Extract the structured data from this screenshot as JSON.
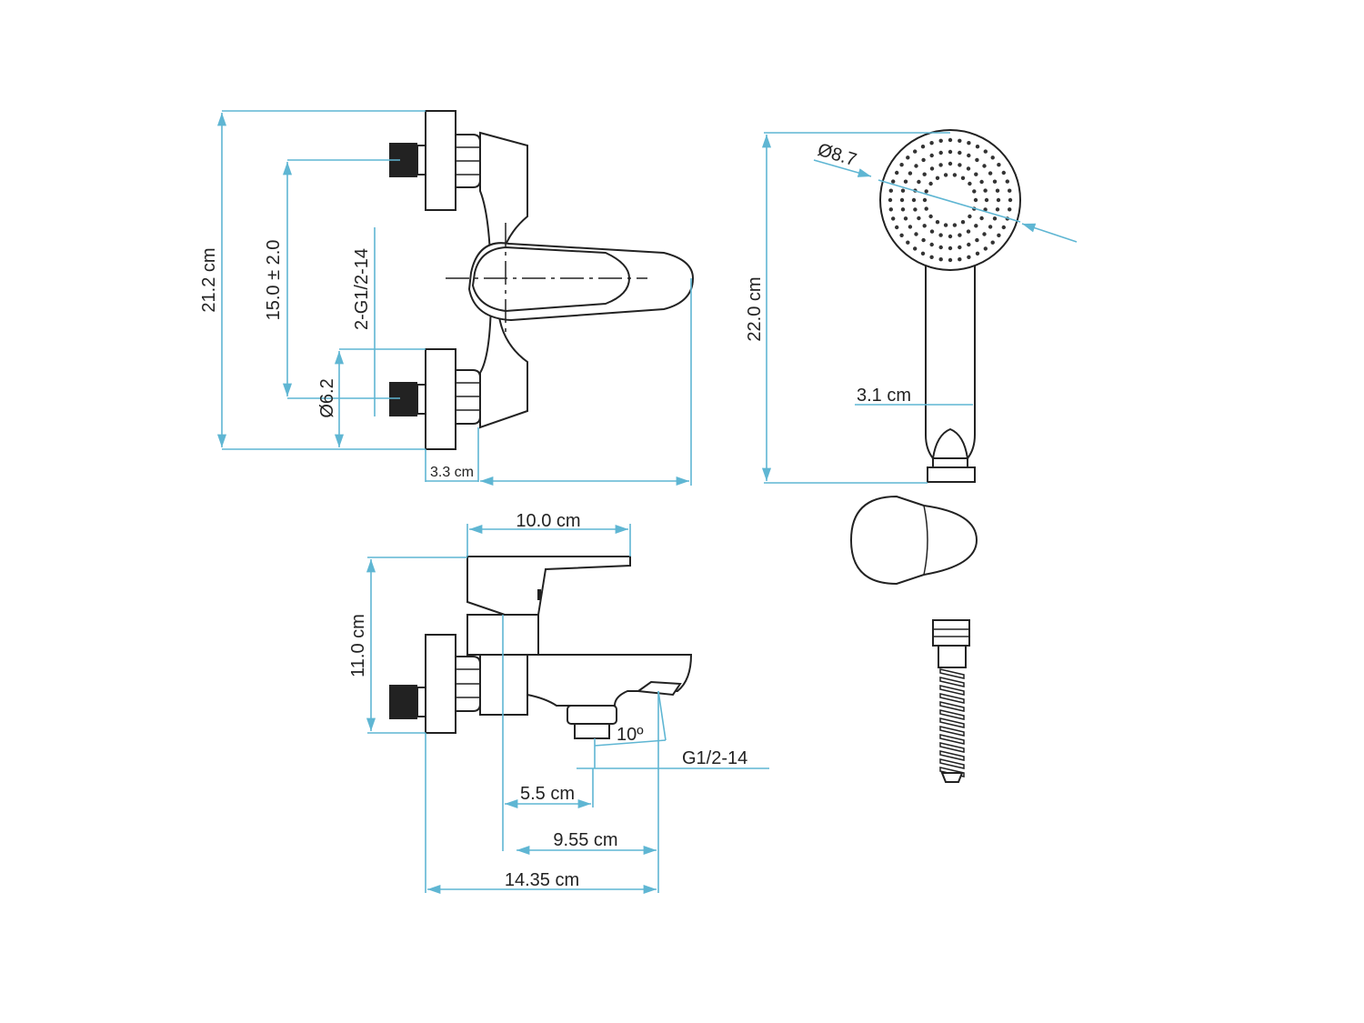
{
  "dimensions": {
    "total_height": "21.2 cm",
    "inlet_spacing": "15.0 ± 2.0",
    "inlet_thread": "2-G1/2-14",
    "flange_diameter": "Ø6.2",
    "flange_depth": "3.3 cm",
    "head_diameter": "Ø8.7",
    "shower_length": "22.0 cm",
    "handle_width": "3.1 cm",
    "lever_length": "10.0 cm",
    "side_height": "11.0 cm",
    "outlet_angle": "10º",
    "outlet_thread": "G1/2-14",
    "outlet_offset": "5.5 cm",
    "spout_offset": "9.55 cm",
    "total_depth": "14.35 cm"
  },
  "colors": {
    "dimension_line": "#5fb6d3",
    "outline": "#222222",
    "background": "#ffffff"
  }
}
